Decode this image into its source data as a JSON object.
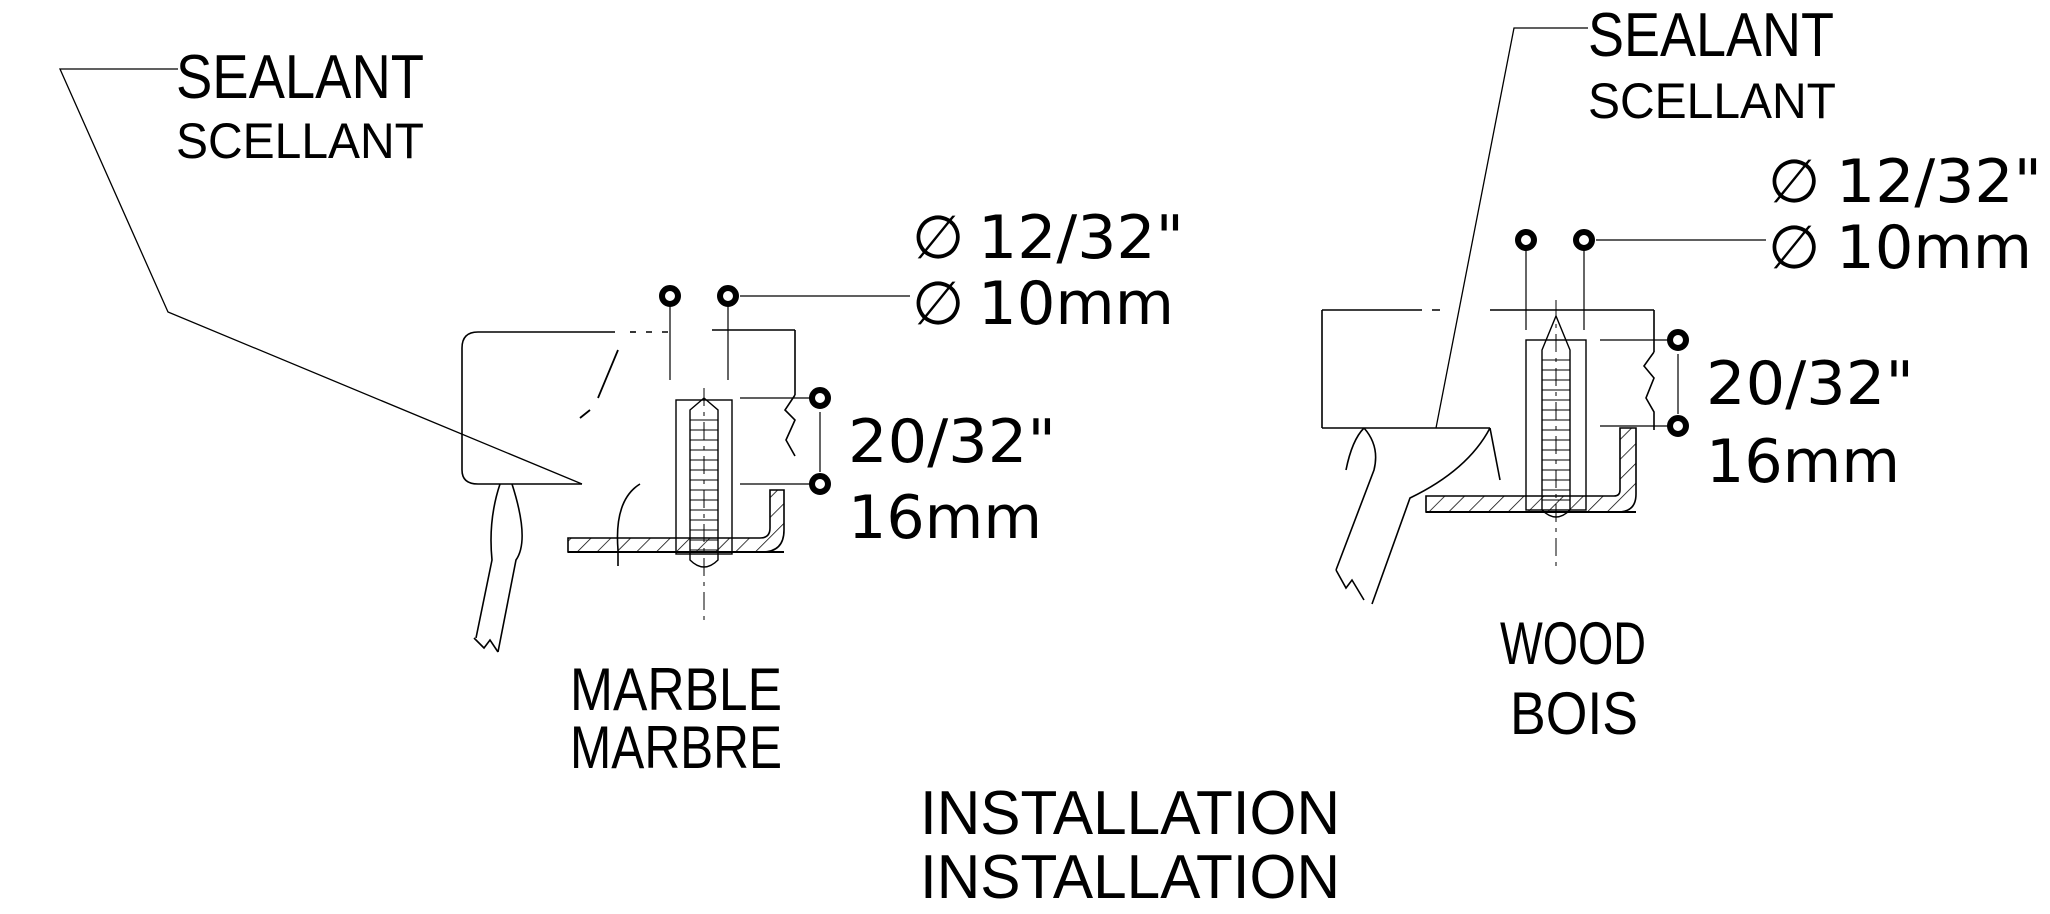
{
  "diagram": {
    "marble": {
      "sealant_en": "SEALANT",
      "sealant_fr": "SCELLANT",
      "hole_diameter_in": "12/32\"",
      "hole_diameter_mm": "10mm",
      "depth_in": "20/32\"",
      "depth_mm": "16mm",
      "material_en": "MARBLE",
      "material_fr": "MARBRE"
    },
    "wood": {
      "sealant_en": "SEALANT",
      "sealant_fr": "SCELLANT",
      "hole_diameter_in": "12/32\"",
      "hole_diameter_mm": "10mm",
      "depth_in": "20/32\"",
      "depth_mm": "16mm",
      "material_en": "WOOD",
      "material_fr": "BOIS"
    },
    "caption_en": "INSTALLATION",
    "caption_fr": "INSTALLATION",
    "diameter_symbol": "∅",
    "line_color": "#000000",
    "background_color": "#ffffff"
  }
}
